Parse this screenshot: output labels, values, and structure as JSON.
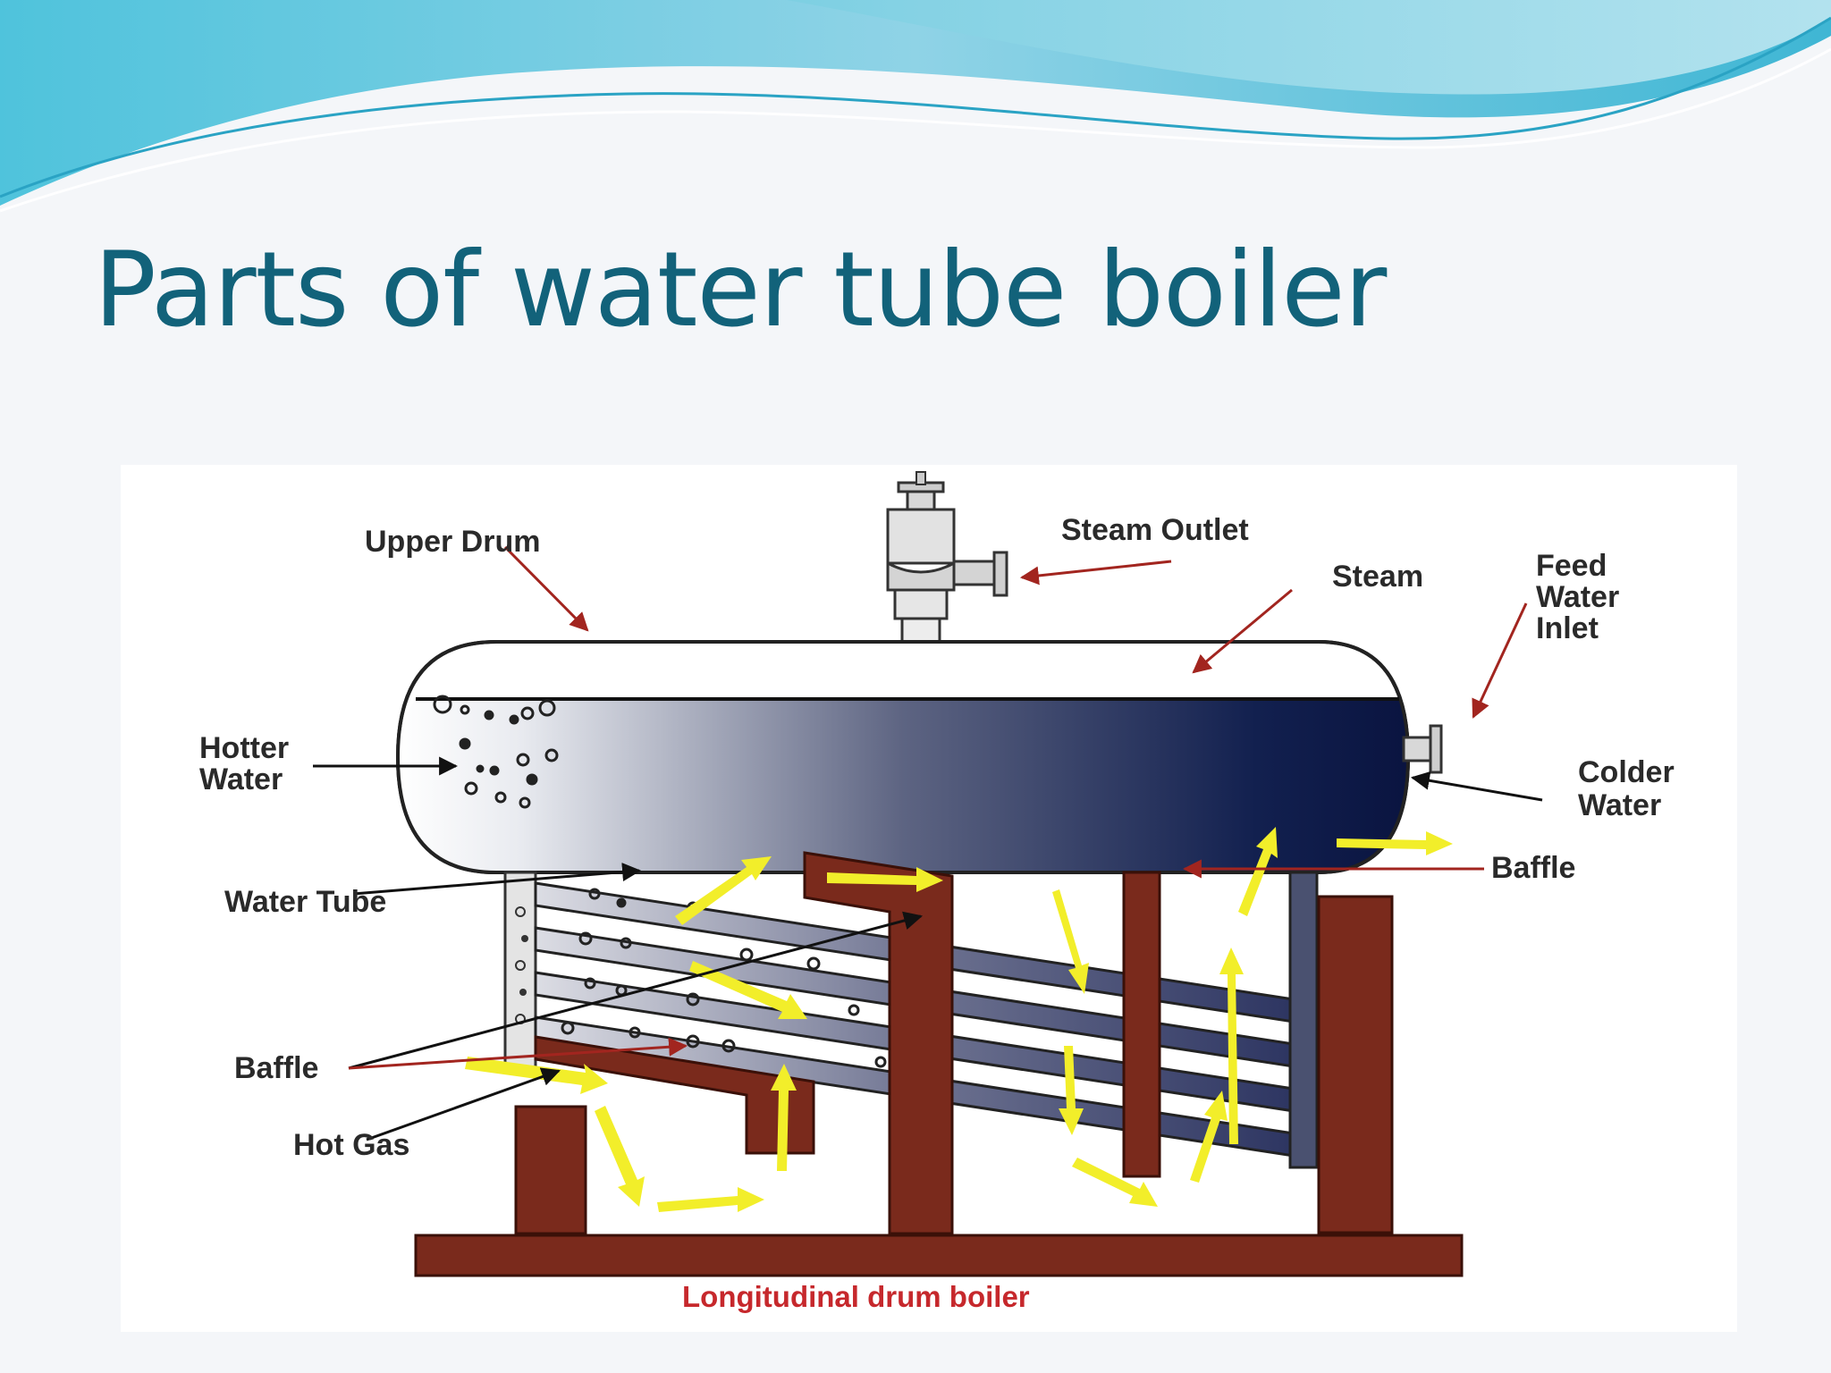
{
  "slide": {
    "title": "Parts of water tube boiler"
  },
  "diagram": {
    "caption": "Longitudinal drum boiler",
    "labels": {
      "upper_drum": "Upper Drum",
      "steam_outlet": "Steam Outlet",
      "steam": "Steam",
      "feed_water_inlet": [
        "Feed",
        "Water",
        "Inlet"
      ],
      "hotter_water": [
        "Hotter",
        "Water"
      ],
      "colder_water": [
        "Colder",
        "Water"
      ],
      "water_tube": "Water Tube",
      "baffle_right": "Baffle",
      "baffle_left": "Baffle",
      "hot_gas": "Hot Gas"
    }
  },
  "colors": {
    "title": "#12627a",
    "baffle_brick": "#7a2a1c",
    "gas_arrow": "#f2ee2a",
    "caption": "#c6282c",
    "water_dark": "#0d1a4a"
  }
}
